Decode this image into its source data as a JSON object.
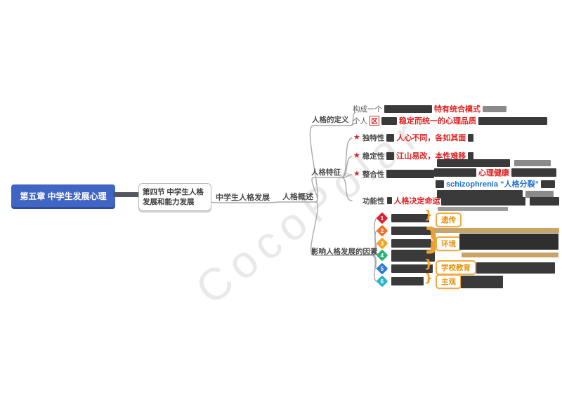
{
  "watermark": {
    "text": "CocoPolar"
  },
  "root": {
    "label": "第五章 中学生发展心理"
  },
  "section": {
    "label": "第四节 中学生人格发展和能力发展"
  },
  "nodes": {
    "development": "中学生人格发展",
    "overview": "人格概述",
    "definition": "人格的定义",
    "traits": "人格特征",
    "factors": "影响人格发展的因素"
  },
  "definition": {
    "line1_prefix": "构成一个",
    "line1_highlight": "特有统合模式",
    "line2_prefix": "个人",
    "line2_boxed": "区",
    "line2_highlight": "稳定而统一的心理品质"
  },
  "traits": {
    "items": [
      {
        "label": "独特性",
        "starred": true,
        "highlight": "人心不同，各如其面"
      },
      {
        "label": "稳定性",
        "starred": true,
        "highlight": "江山易改，本性难移"
      },
      {
        "label": "整合性",
        "starred": true,
        "highlight_red": "心理健康",
        "highlight_blue": "schizophrenia “人格分裂”"
      },
      {
        "label": "功能性",
        "starred": false,
        "highlight": "人格决定命运"
      }
    ]
  },
  "factors": {
    "badges": [
      "1",
      "2",
      "3",
      "4",
      "5",
      "6"
    ],
    "badge_colors": [
      "#d8242f",
      "#f0712a",
      "#f5a31e",
      "#27b376",
      "#2d7dd2",
      "#29b5c8"
    ],
    "callouts": [
      "遗传",
      "环境",
      "学校教育",
      "主观"
    ]
  },
  "icons": {
    "star": "★",
    "brace": "}"
  },
  "colors": {
    "root_bg": "#4065c4",
    "redaction": "#3a3a3a",
    "highlight_red": "#e01f1f",
    "highlight_blue": "#1a6fd4",
    "callout_orange": "#f5a93f"
  }
}
